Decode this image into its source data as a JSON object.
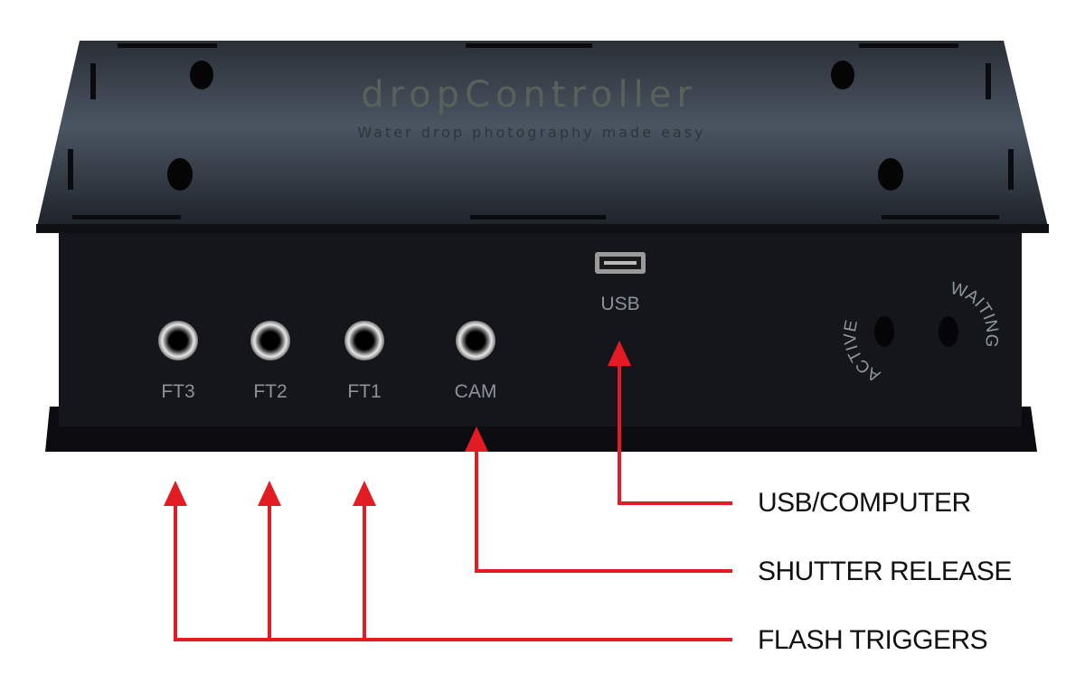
{
  "device": {
    "brand": "dropController",
    "tagline": "Water drop photography made easy",
    "ports": [
      {
        "label": "FT3"
      },
      {
        "label": "FT2"
      },
      {
        "label": "FT1"
      },
      {
        "label": "CAM"
      }
    ],
    "usb_label": "USB",
    "leds": [
      {
        "label": "ACTIVE"
      },
      {
        "label": "WAITING"
      }
    ]
  },
  "callouts": {
    "usb": "USB/COMPUTER",
    "shutter": "SHUTTER RELEASE",
    "flash": "FLASH TRIGGERS"
  },
  "colors": {
    "arrow": "#e31b23",
    "device": "#15161c"
  }
}
